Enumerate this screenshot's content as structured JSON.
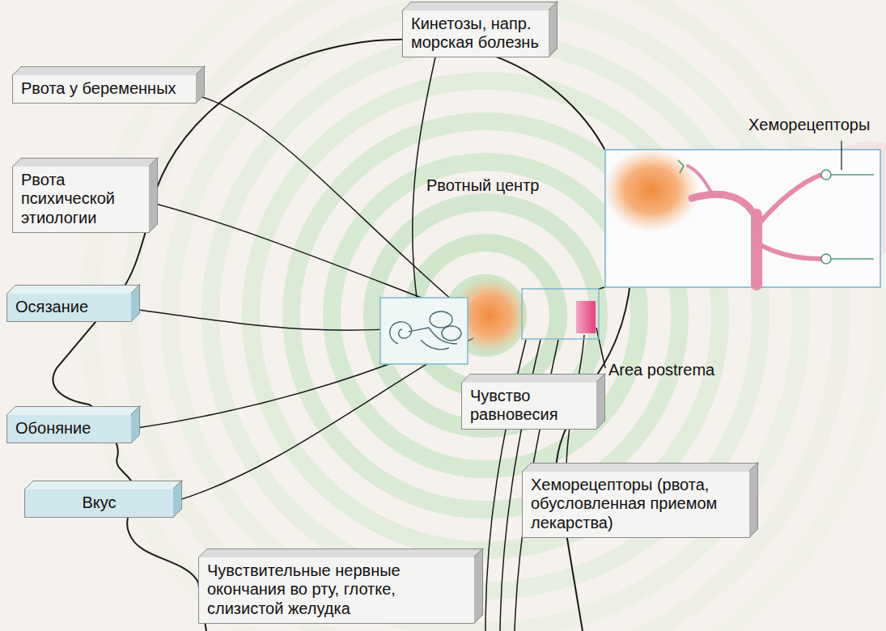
{
  "diagram": {
    "nodes": [
      {
        "text": [
          "Кинетозы, напр. морская болезнь"
        ]
      },
      {
        "text": [
          "Рвота у беременных"
        ]
      },
      {
        "text": [
          "Рвота психической этиологии"
        ]
      },
      {
        "text": [
          "Осязание"
        ]
      },
      {
        "text": [
          "Чувство равновесия"
        ]
      },
      {
        "text": [
          "Обоняние"
        ]
      },
      {
        "text": [
          "Хеморецепторы (рвота, обусловленная приемом лекарства)"
        ]
      },
      {
        "text": [
          "Вкус"
        ]
      },
      {
        "text": [
          "Чувствительные нервные окончания во рту, глотке, слизистой желудка"
        ]
      }
    ],
    "labels": [
      "Рвотный центр",
      "Хеморецепторы",
      "Area postrema"
    ]
  }
}
